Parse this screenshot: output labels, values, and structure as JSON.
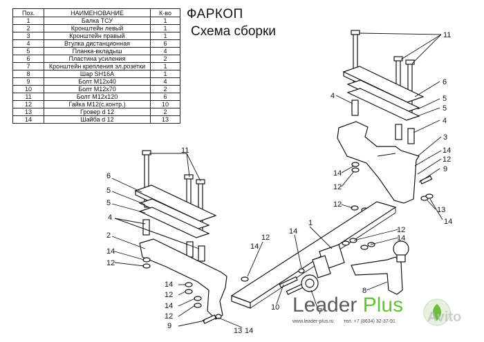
{
  "table": {
    "headers": [
      "Поз.",
      "НАИМЕНОВАНИЕ",
      "К-во"
    ],
    "rows": [
      {
        "pos": "1",
        "name": "Балка ТСУ",
        "qty": "1"
      },
      {
        "pos": "2",
        "name": "Кронштейн левый",
        "qty": "1"
      },
      {
        "pos": "3",
        "name": "Кронштейн правый",
        "qty": "1"
      },
      {
        "pos": "4",
        "name": "Втулка дистанционная",
        "qty": "6"
      },
      {
        "pos": "5",
        "name": "Планка-вкладыш",
        "qty": "4"
      },
      {
        "pos": "6",
        "name": "Пластина усиления",
        "qty": "2"
      },
      {
        "pos": "7",
        "name": "Кронштейн крепления эл.розетки",
        "qty": "1"
      },
      {
        "pos": "8",
        "name": "Шар  SH16A",
        "qty": "1"
      },
      {
        "pos": "9",
        "name": "Болт М12х40",
        "qty": "4"
      },
      {
        "pos": "10",
        "name": "Болт М12х70",
        "qty": "2"
      },
      {
        "pos": "11",
        "name": "Болт М12х120",
        "qty": "6"
      },
      {
        "pos": "12",
        "name": "Гайка М12(с.контр.)",
        "qty": "10"
      },
      {
        "pos": "13",
        "name": "Гровер d 12",
        "qty": "2"
      },
      {
        "pos": "14",
        "name": "Шайба d 12",
        "qty": "13"
      }
    ]
  },
  "title": "ФАРКОП",
  "subtitle": "Схема сборки",
  "callouts": {
    "c11a": "11",
    "c6a": "6",
    "c4a": "4",
    "c5a": "5",
    "c5b": "5",
    "c4b": "4",
    "c3": "3",
    "c14a": "14",
    "c12a": "12",
    "c9a": "9",
    "c14b": "14",
    "c12b": "12",
    "c13a": "13",
    "c14c": "14",
    "c11b": "11",
    "c6b": "6",
    "c5c": "5",
    "c5d": "5",
    "c4c": "4",
    "c2": "2",
    "c14d": "14",
    "c12c": "12",
    "c12d": "12",
    "c1": "1",
    "c14e": "14",
    "c12e": "12",
    "c14f": "14",
    "c7": "7",
    "c10": "10",
    "c8": "8",
    "c14g": "14",
    "c12f": "12",
    "c14h": "14",
    "c12g": "12",
    "c9b": "9",
    "c13b": "13",
    "c14i": "14",
    "c14j": "14",
    "c12h": "12"
  },
  "brand": {
    "name_a": "Leader ",
    "name_b": "Plus",
    "url": "www.leader-plus.ru",
    "phone": "тел. +7 (8634) 32-37-91"
  },
  "watermark": "Avito",
  "colors": {
    "line": "#111111",
    "brand_gray": "#5a5a5a",
    "brand_green": "#6bbf3a"
  }
}
